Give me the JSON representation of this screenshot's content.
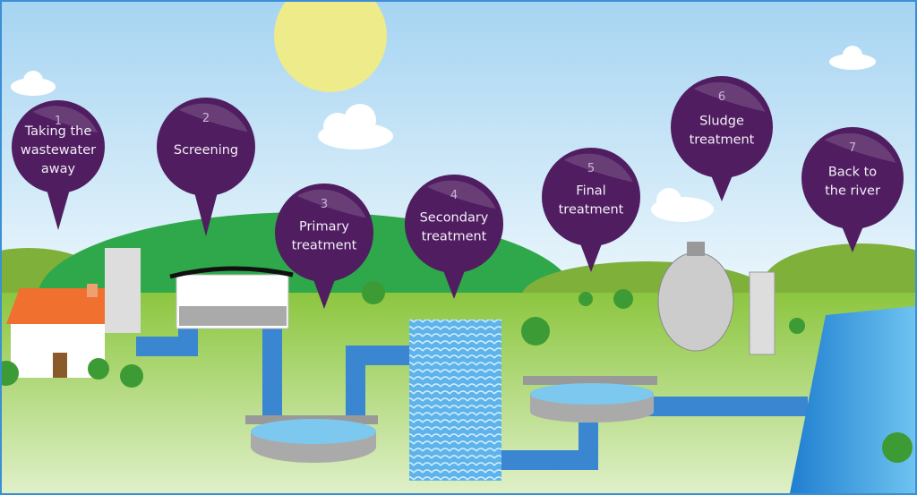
{
  "title": "Wastewater treatment process",
  "colors": {
    "bubble": "#4f1d60",
    "sky_top": "#9fd0f0",
    "grass": "#9ccf5a",
    "hill": "#2ea84a",
    "water": "#3a86d0",
    "frame": "#3a8fd6"
  },
  "steps": [
    {
      "number": "1",
      "lines": [
        "Taking the",
        "wastewater",
        "away"
      ]
    },
    {
      "number": "2",
      "lines": [
        "Screening"
      ]
    },
    {
      "number": "3",
      "lines": [
        "Primary",
        "treatment"
      ]
    },
    {
      "number": "4",
      "lines": [
        "Secondary",
        "treatment"
      ]
    },
    {
      "number": "5",
      "lines": [
        "Final",
        "treatment"
      ]
    },
    {
      "number": "6",
      "lines": [
        "Sludge",
        "treatment"
      ]
    },
    {
      "number": "7",
      "lines": [
        "Back to",
        "the river"
      ]
    }
  ]
}
